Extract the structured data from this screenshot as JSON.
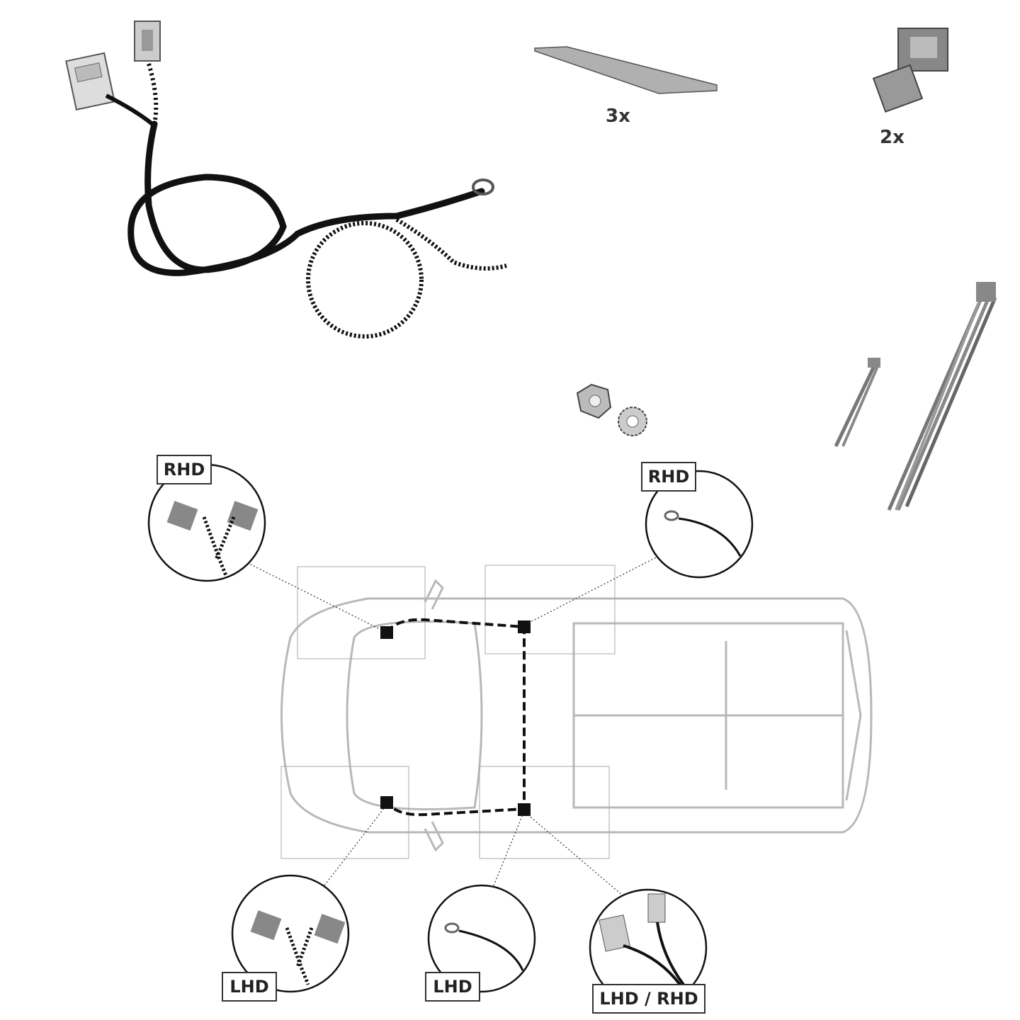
{
  "parts": {
    "adhesive_pad_qty": "3x",
    "splice_connector_qty": "2x"
  },
  "callouts": {
    "top_left": "RHD",
    "top_right": "RHD",
    "bottom_left": "LHD",
    "bottom_middle": "LHD",
    "bottom_right": "LHD / RHD"
  },
  "colors": {
    "cable": "#111111",
    "car_outline": "#b8b8b8",
    "part_gray": "#9a9a9a"
  }
}
